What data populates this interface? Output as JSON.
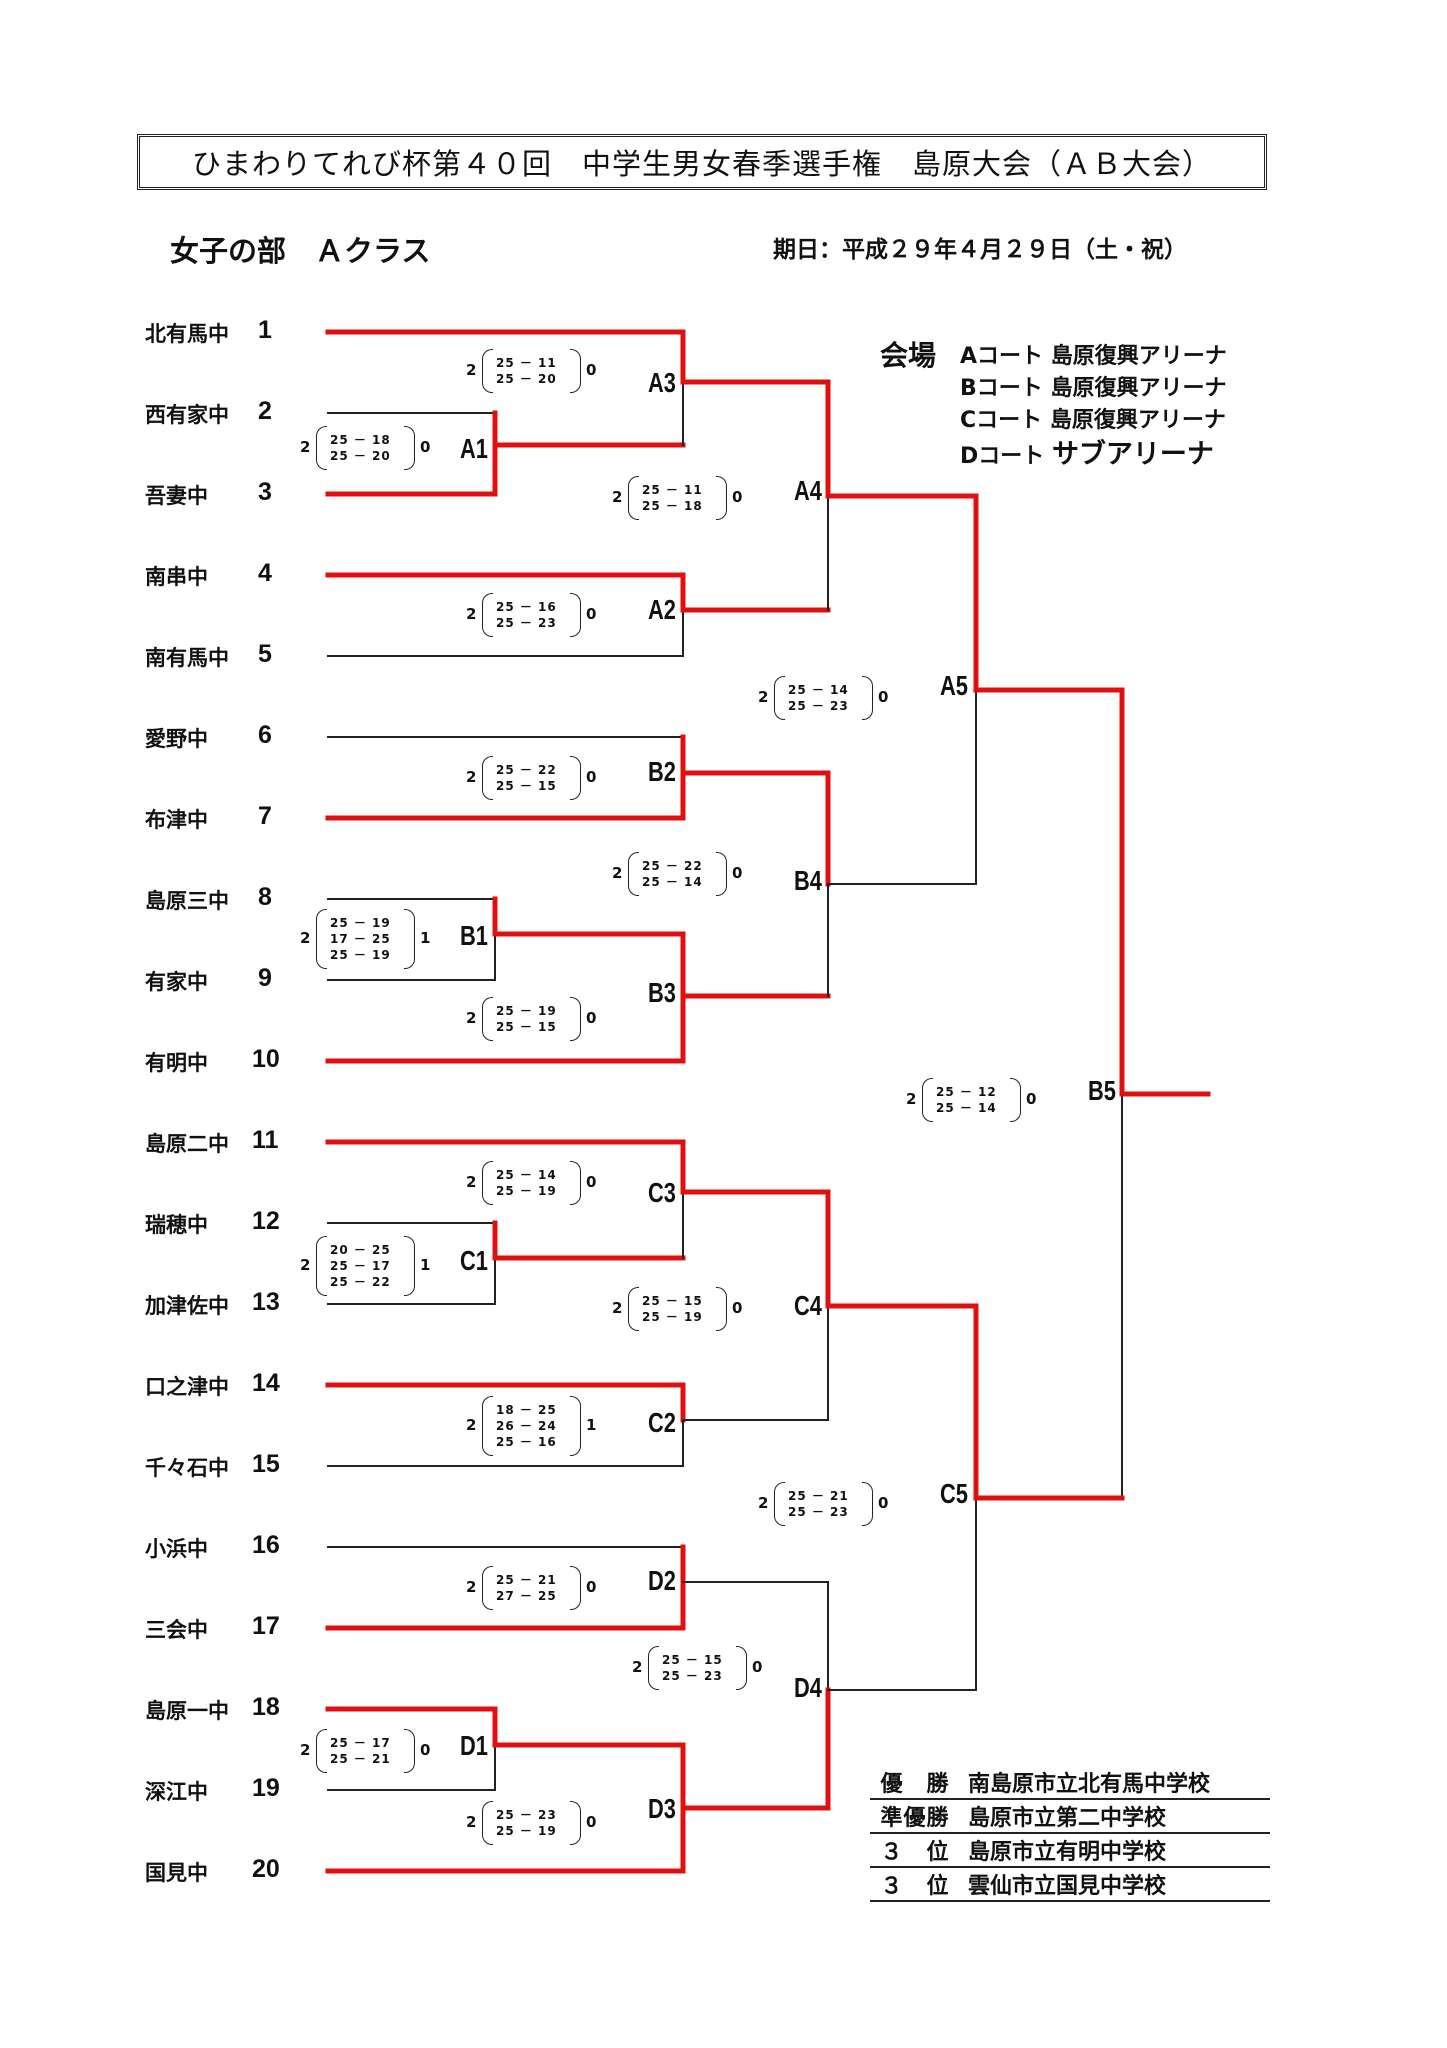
{
  "header": {
    "title": "ひまわりてれび杯第４０回　中学生男女春季選手権　島原大会（ＡＢ大会）",
    "division": "女子の部　Ａクラス",
    "date": "期日：平成２９年４月２９日（土・祝）"
  },
  "venue": {
    "label": "会場",
    "courts": [
      {
        "court": "Aコート",
        "place": "島原復興アリーナ"
      },
      {
        "court": "Bコート",
        "place": "島原復興アリーナ"
      },
      {
        "court": "Cコート",
        "place": "島原復興アリーナ"
      },
      {
        "court": "Dコート",
        "place": "サブアリーナ"
      }
    ]
  },
  "teams": [
    {
      "name": "北有馬中",
      "seed": "1"
    },
    {
      "name": "西有家中",
      "seed": "2"
    },
    {
      "name": "吾妻中",
      "seed": "3"
    },
    {
      "name": "南串中",
      "seed": "4"
    },
    {
      "name": "南有馬中",
      "seed": "5"
    },
    {
      "name": "愛野中",
      "seed": "6"
    },
    {
      "name": "布津中",
      "seed": "7"
    },
    {
      "name": "島原三中",
      "seed": "8"
    },
    {
      "name": "有家中",
      "seed": "9"
    },
    {
      "name": "有明中",
      "seed": "10"
    },
    {
      "name": "島原二中",
      "seed": "11"
    },
    {
      "name": "瑞穂中",
      "seed": "12"
    },
    {
      "name": "加津佐中",
      "seed": "13"
    },
    {
      "name": "口之津中",
      "seed": "14"
    },
    {
      "name": "千々石中",
      "seed": "15"
    },
    {
      "name": "小浜中",
      "seed": "16"
    },
    {
      "name": "三会中",
      "seed": "17"
    },
    {
      "name": "島原一中",
      "seed": "18"
    },
    {
      "name": "深江中",
      "seed": "19"
    },
    {
      "name": "国見中",
      "seed": "20"
    }
  ],
  "matches": [
    {
      "label": "A1",
      "won": "2",
      "lost": "0",
      "sets": [
        "25 － 18",
        "25 － 20"
      ]
    },
    {
      "label": "A3",
      "won": "2",
      "lost": "0",
      "sets": [
        "25 － 11",
        "25 － 20"
      ]
    },
    {
      "label": "A2",
      "won": "2",
      "lost": "0",
      "sets": [
        "25 － 16",
        "25 － 23"
      ]
    },
    {
      "label": "A4",
      "won": "2",
      "lost": "0",
      "sets": [
        "25 － 11",
        "25 － 18"
      ]
    },
    {
      "label": "A5",
      "won": "2",
      "lost": "0",
      "sets": [
        "25 － 14",
        "25 － 23"
      ]
    },
    {
      "label": "B2",
      "won": "2",
      "lost": "0",
      "sets": [
        "25 － 22",
        "25 － 15"
      ]
    },
    {
      "label": "B1",
      "won": "2",
      "lost": "1",
      "sets": [
        "25 － 19",
        "17 － 25",
        "25 － 19"
      ]
    },
    {
      "label": "B3",
      "won": "2",
      "lost": "0",
      "sets": [
        "25 － 19",
        "25 － 15"
      ]
    },
    {
      "label": "B4",
      "won": "2",
      "lost": "0",
      "sets": [
        "25 － 22",
        "25 － 14"
      ]
    },
    {
      "label": "B5",
      "won": "2",
      "lost": "0",
      "sets": [
        "25 － 12",
        "25 － 14"
      ]
    },
    {
      "label": "C3",
      "won": "2",
      "lost": "0",
      "sets": [
        "25 － 14",
        "25 － 19"
      ]
    },
    {
      "label": "C1",
      "won": "2",
      "lost": "1",
      "sets": [
        "20 － 25",
        "25 － 17",
        "25 － 22"
      ]
    },
    {
      "label": "C2",
      "won": "2",
      "lost": "1",
      "sets": [
        "18 － 25",
        "26 － 24",
        "25 － 16"
      ]
    },
    {
      "label": "C4",
      "won": "2",
      "lost": "0",
      "sets": [
        "25 － 15",
        "25 － 19"
      ]
    },
    {
      "label": "C5",
      "won": "2",
      "lost": "0",
      "sets": [
        "25 － 21",
        "25 － 23"
      ]
    },
    {
      "label": "D2",
      "won": "2",
      "lost": "0",
      "sets": [
        "25 － 21",
        "27 － 25"
      ]
    },
    {
      "label": "D1",
      "won": "2",
      "lost": "0",
      "sets": [
        "25 － 17",
        "25 － 21"
      ]
    },
    {
      "label": "D3",
      "won": "2",
      "lost": "0",
      "sets": [
        "25 － 23",
        "25 － 19"
      ]
    },
    {
      "label": "D4",
      "won": "2",
      "lost": "0",
      "sets": [
        "25 － 15",
        "25 － 23"
      ]
    }
  ],
  "results": [
    {
      "rank": "優　勝",
      "school": "南島原市立北有馬中学校"
    },
    {
      "rank": "準優勝",
      "school": "島原市立第二中学校"
    },
    {
      "rank": "３　位",
      "school": "島原市立有明中学校"
    },
    {
      "rank": "３　位",
      "school": "雲仙市立国見中学校"
    }
  ],
  "colors": {
    "winner_line": "#e01010",
    "line": "#222222"
  }
}
